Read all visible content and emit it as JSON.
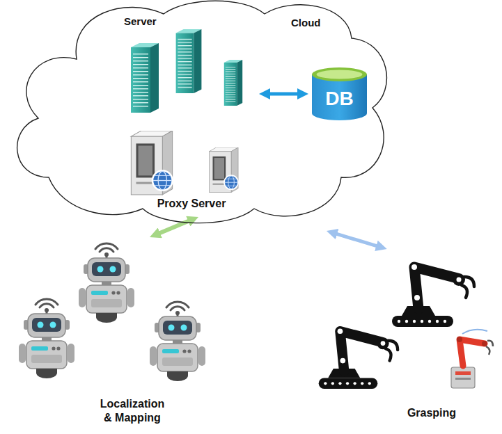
{
  "diagram": {
    "nodes": [
      {
        "text": [
          "Cloud"
        ]
      },
      {
        "text": [
          "Server"
        ],
        "in": 0
      },
      {
        "text": [
          "DB"
        ],
        "in": 0
      },
      {
        "text": [
          "Proxy Server"
        ],
        "in": 0
      },
      {
        "text": [
          "Localization & Mapping"
        ]
      },
      {
        "text": [
          "Grasping"
        ]
      }
    ],
    "edges": [
      {
        "from": 1,
        "to": 2,
        "arrow": "both"
      },
      {
        "from": 3,
        "to": 4,
        "arrow": "both"
      },
      {
        "from": 0,
        "to": 5,
        "arrow": "both"
      }
    ]
  }
}
